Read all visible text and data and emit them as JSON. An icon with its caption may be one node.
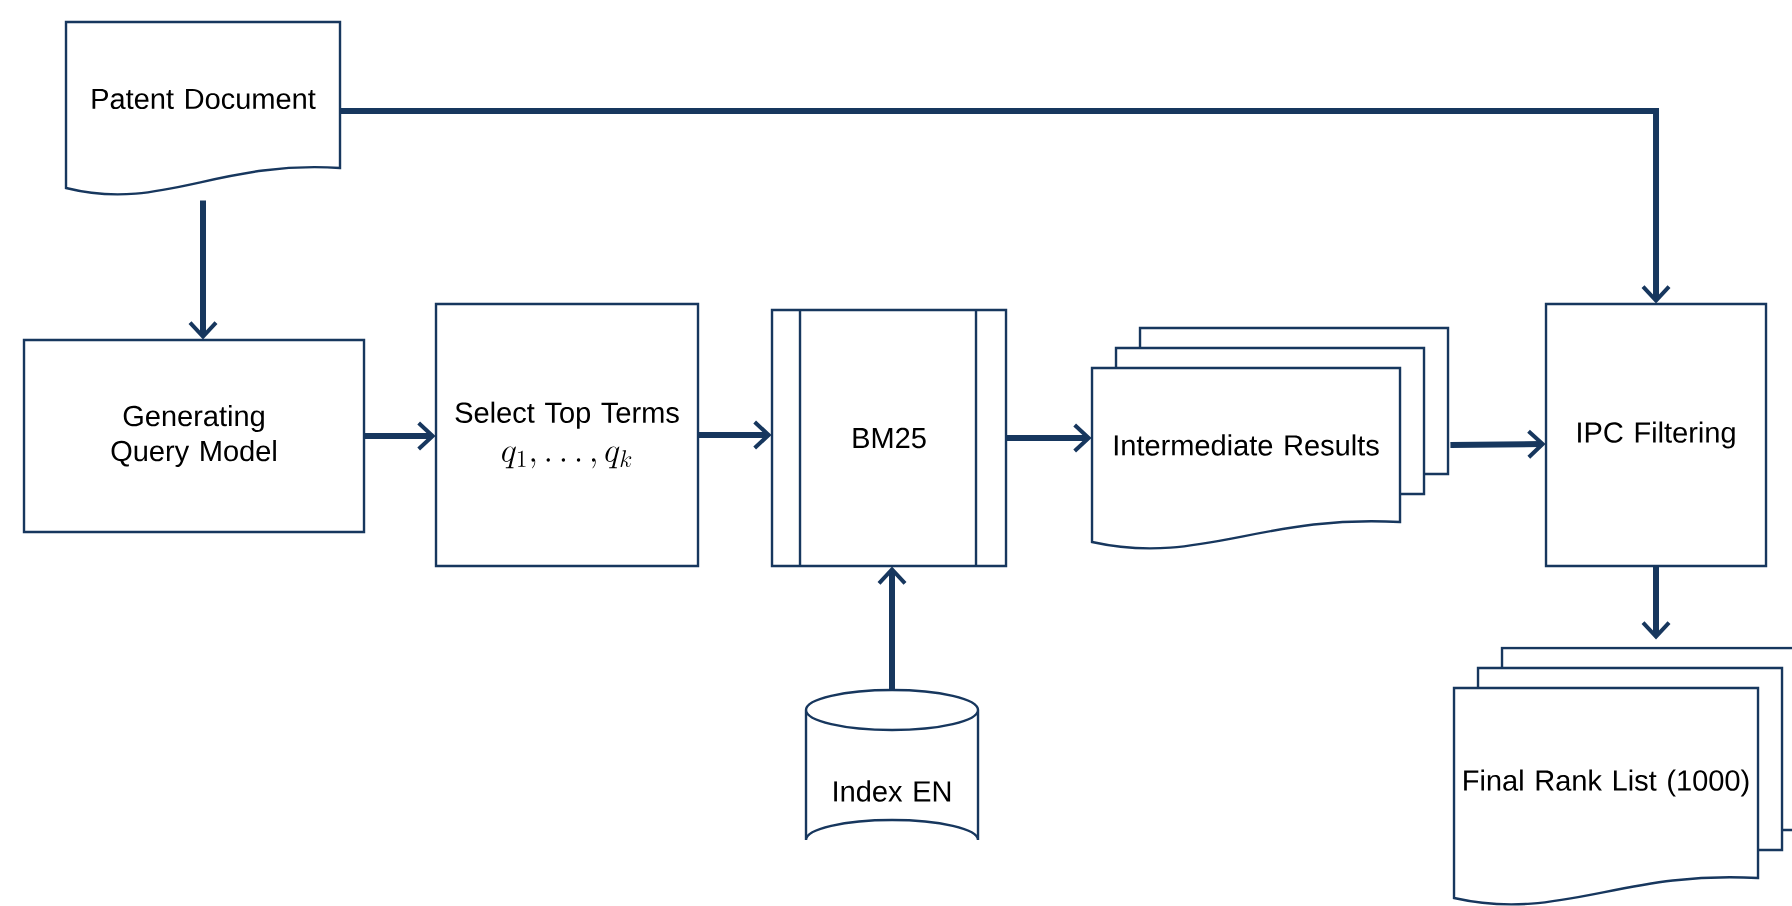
{
  "diagram": {
    "nodes": [
      {
        "text": [
          "Patent Document"
        ]
      },
      {
        "text": [
          "Generating Query Model"
        ]
      },
      {
        "text": [
          "Select Top Terms",
          "q_1, \\dots, q_k"
        ]
      },
      {
        "text": [
          "BM25"
        ]
      },
      {
        "text": [
          "Index EN"
        ]
      },
      {
        "text": [
          "Intermediate Results"
        ]
      },
      {
        "text": [
          "IPC Filtering"
        ]
      },
      {
        "text": [
          "Final Rank List (1000)"
        ]
      }
    ],
    "edges": [
      {
        "from": 0,
        "to": 1,
        "arrow": "to"
      },
      {
        "from": 0,
        "to": 6,
        "arrow": "to"
      },
      {
        "from": 1,
        "to": 2,
        "arrow": "to"
      },
      {
        "from": 2,
        "to": 3,
        "arrow": "to"
      },
      {
        "from": 4,
        "to": 3,
        "arrow": "to"
      },
      {
        "from": 3,
        "to": 5,
        "arrow": "to"
      },
      {
        "from": 5,
        "to": 6,
        "arrow": "to"
      },
      {
        "from": 6,
        "to": 7,
        "arrow": "to"
      }
    ]
  }
}
